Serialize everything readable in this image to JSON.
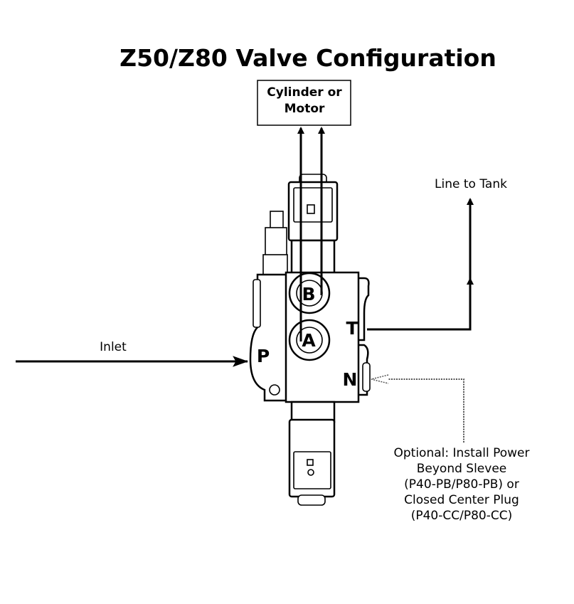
{
  "title": "Z50/Z80 Valve Configuration",
  "cylinder_box": {
    "line1": "Cylinder or",
    "line2": "Motor"
  },
  "line_to_tank": "Line to Tank",
  "inlet": "Inlet",
  "ports": {
    "a": "A",
    "b": "B",
    "p": "P",
    "t": "T",
    "n": "N"
  },
  "note": {
    "lines": [
      "Optional: Install Power",
      "Beyond Slevee",
      "(P40-PB/P80-PB) or",
      "Closed Center Plug",
      "(P40-CC/P80-CC)"
    ]
  }
}
